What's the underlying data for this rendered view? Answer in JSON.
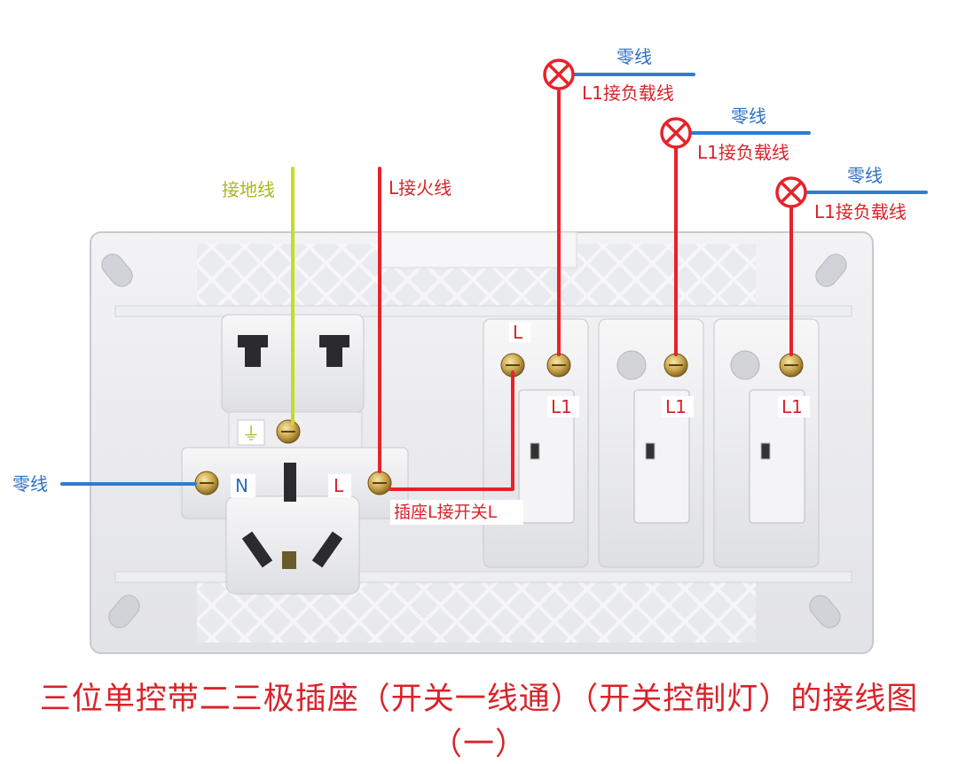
{
  "labels": {
    "ground_wire": "接地线",
    "live_wire": "L接火线",
    "neutral_left": "零线",
    "neutral_top": [
      "零线",
      "零线",
      "零线"
    ],
    "load_wire": [
      "L1接负载线",
      "L1接负载线",
      "L1接负载线"
    ],
    "socket_n": "N",
    "socket_l": "L",
    "socket_to_switch": "插座L接开关L",
    "switch_l": "L",
    "switch_l1": [
      "L1",
      "L1",
      "L1"
    ],
    "ground_symbol": "⏚"
  },
  "caption": "三位单控带二三极插座（开关一线通）（开关控制灯）的接线图（一）",
  "colors": {
    "live": "#e8222a",
    "neutral": "#2d7dd2",
    "ground": "#c4dd1e",
    "text_red": "#d9232a",
    "text_blue": "#2d6fc0",
    "ground_text": "#a9b81a"
  }
}
